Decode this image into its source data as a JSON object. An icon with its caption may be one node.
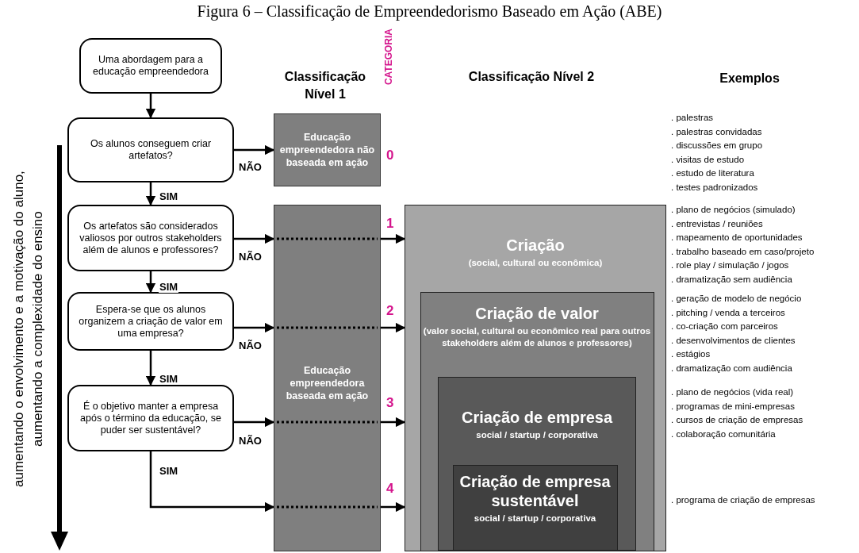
{
  "diagram": {
    "title": "Figura 6 – Classificação de Empreendedorismo Baseado em Ação (ABE)",
    "nodes": [
      {
        "text": [
          "Uma abordagem para a educação empreendedora"
        ]
      },
      {
        "text": [
          "Os alunos conseguem criar artefatos?"
        ]
      },
      {
        "text": [
          "Os artefatos são considerados valiosos por outros stakeholders além de alunos e professores?"
        ]
      },
      {
        "text": [
          "Espera-se que os alunos organizem a criação de valor em uma empresa?"
        ]
      },
      {
        "text": [
          "É o objetivo manter a empresa após o término da educação, se puder ser sustentável?"
        ]
      },
      {
        "text": [
          "Educação empreendedora não baseada em ação"
        ]
      },
      {
        "text": [
          "Educação empreendedora baseada em ação"
        ]
      },
      {
        "text": [
          "Criação",
          "(social, cultural ou econômica)"
        ]
      },
      {
        "text": [
          "Criação de valor",
          "(valor social, cultural ou econômico real para outros stakeholders além de alunos e professores)"
        ],
        "in": 7
      },
      {
        "text": [
          "Criação de empresa",
          "social / startup / corporativa"
        ],
        "in": 8
      },
      {
        "text": [
          "Criação de empresa sustentável",
          "social / startup / corporativa"
        ],
        "in": 9
      }
    ],
    "edges": [
      {
        "from": 0,
        "to": 1,
        "arrow": "to"
      },
      {
        "from": 1,
        "to": 5,
        "arrow": "to",
        "label": "NÃO"
      },
      {
        "from": 1,
        "to": 2,
        "arrow": "to",
        "label": "SIM"
      },
      {
        "from": 2,
        "to": 6,
        "arrow": "to",
        "label": "NÃO"
      },
      {
        "from": 2,
        "to": 3,
        "arrow": "to",
        "label": "SIM"
      },
      {
        "from": 3,
        "to": 6,
        "arrow": "to",
        "label": "NÃO"
      },
      {
        "from": 3,
        "to": 4,
        "arrow": "to",
        "label": "SIM"
      },
      {
        "from": 4,
        "to": 6,
        "arrow": "to",
        "label": "NÃO"
      },
      {
        "from": 4,
        "to": 6,
        "arrow": "to",
        "label": "SIM"
      },
      {
        "from": 6,
        "to": 7,
        "arrow": "to"
      },
      {
        "from": 6,
        "to": 7,
        "arrow": "to"
      },
      {
        "from": 6,
        "to": 7,
        "arrow": "to"
      },
      {
        "from": 6,
        "to": 7,
        "arrow": "to"
      }
    ],
    "labels": [
      "Classificação Nível 1",
      "CATEGORIA",
      "Classificação Nível 2",
      "Exemplos",
      "aumentando o envolvimento e a motivação do aluno, aumentando a complexidade do ensino",
      "0",
      ". palestras",
      ". palestras convidadas",
      ". discussões em grupo",
      ". visitas de estudo",
      ". estudo de literatura",
      ". testes padronizados",
      "1",
      ". plano de negócios (simulado)",
      ". entrevistas / reuniões",
      ". mapeamento de oportunidades",
      ". trabalho baseado em caso/projeto",
      ". role play / simulação / jogos",
      ". dramatização sem audiência",
      "2",
      ". geração de modelo de negócio",
      ". pitching / venda a terceiros",
      ". co-criação com parceiros",
      ". desenvolvimentos de clientes",
      ". estágios",
      ". dramatização com audiência",
      "3",
      ". plano de negócios (vida real)",
      ". programas de mini-empresas",
      ". cursos de criação de empresas",
      ". colaboração comunitária",
      "4",
      ". programa de criação de empresas"
    ]
  }
}
